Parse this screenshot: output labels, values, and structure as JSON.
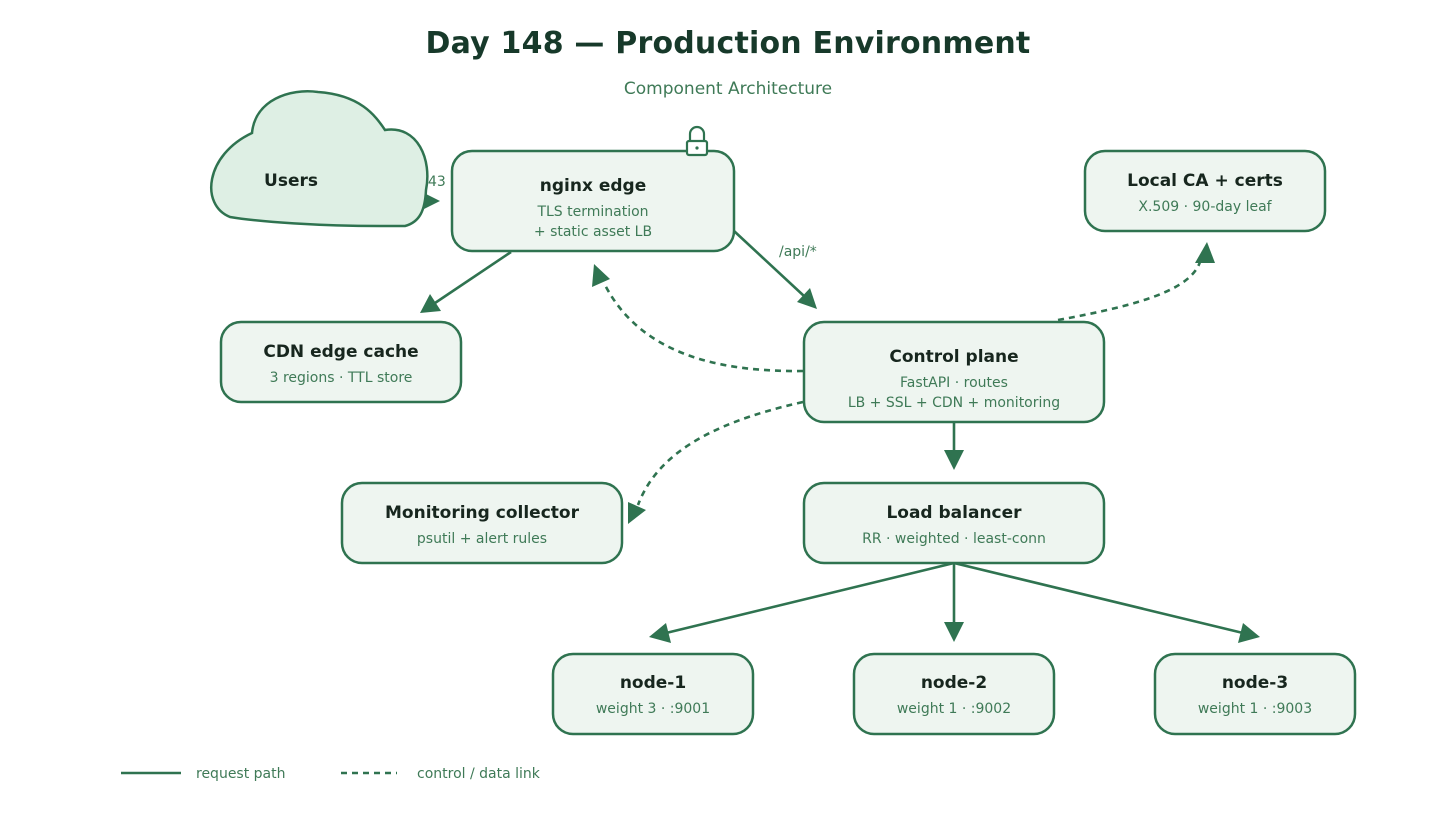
{
  "title": "Day 148 — Production Environment",
  "subtitle": "Component Architecture",
  "colors": {
    "accent": "#2f7350",
    "node_fill": "#eef5f0",
    "cloud_fill": "#deefe4",
    "text_dark": "#17261e",
    "text_muted": "#3f7a57"
  },
  "nodes": {
    "users": {
      "title": "Users",
      "port": "43"
    },
    "nginx": {
      "title": "nginx edge",
      "line1": "TLS termination",
      "line2": "+ static asset LB",
      "icon": "lock-icon"
    },
    "ca": {
      "title": "Local CA + certs",
      "line1": "X.509 · 90-day leaf"
    },
    "cdn": {
      "title": "CDN edge cache",
      "line1": "3 regions · TTL store"
    },
    "control": {
      "title": "Control plane",
      "line1": "FastAPI · routes",
      "line2": "LB + SSL + CDN + monitoring"
    },
    "monitor": {
      "title": "Monitoring collector",
      "line1": "psutil + alert rules"
    },
    "lb": {
      "title": "Load balancer",
      "line1": "RR · weighted · least-conn"
    },
    "node1": {
      "title": "node-1",
      "line1": "weight 3 · :9001"
    },
    "node2": {
      "title": "node-2",
      "line1": "weight 1 · :9002"
    },
    "node3": {
      "title": "node-3",
      "line1": "weight 1 · :9003"
    }
  },
  "edges": {
    "api_label": "/api/*"
  },
  "legend": {
    "request": "request path",
    "control": "control / data link"
  }
}
